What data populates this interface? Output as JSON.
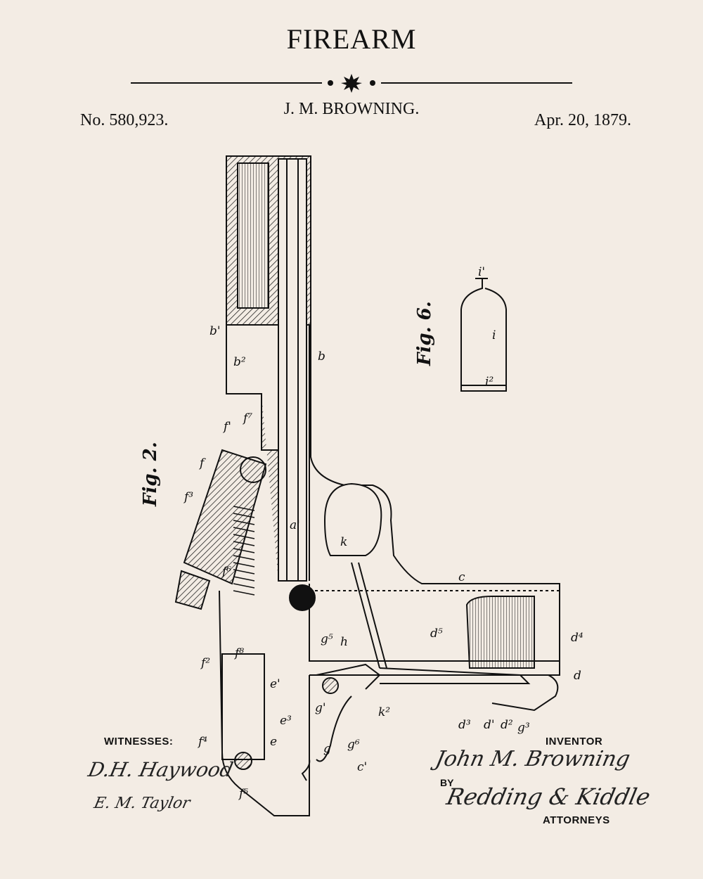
{
  "header": {
    "title": "FIREARM",
    "inventor_name": "J. M. BROWNING.",
    "patent_number": "No. 580,923.",
    "date": "Apr. 20, 1879."
  },
  "figures": {
    "fig2_label": "Fig. 2.",
    "fig6_label": "Fig. 6."
  },
  "part_labels": [
    "b'",
    "b²",
    "b",
    "f'",
    "f⁷",
    "f",
    "f³",
    "a'",
    "f⁶",
    "f⁸",
    "f²",
    "e'",
    "e",
    "e³",
    "f⁴",
    "f⁵",
    "k",
    "i'",
    "i",
    "i²",
    "c",
    "d⁵",
    "d⁴",
    "d",
    "d³",
    "d'",
    "d²",
    "g³",
    "g'",
    "g",
    "g⁶",
    "c'",
    "k²",
    "g⁵",
    "h"
  ],
  "footer": {
    "witnesses_label": "WITNESSES:",
    "witness_1": "D.H. Haywood",
    "witness_2": "E. M. Taylor",
    "inventor_label": "INVENTOR",
    "inventor_signature": "John M. Browning",
    "by_label": "BY",
    "attorney_signature": "Redding & Kiddle",
    "attorneys_label": "ATTORNEYS"
  },
  "colors": {
    "background": "#f3ece4",
    "ink": "#111111"
  }
}
